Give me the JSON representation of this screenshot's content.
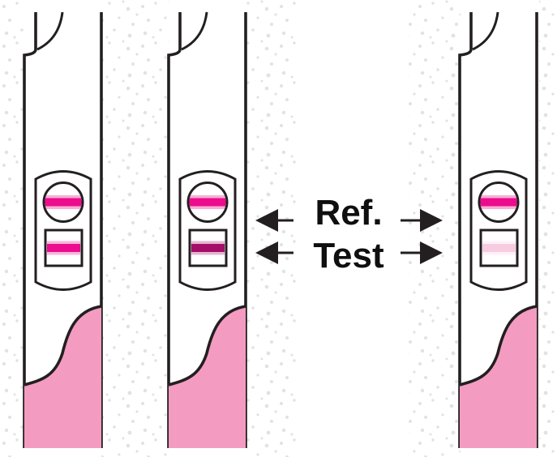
{
  "labels": {
    "ref": "Ref.",
    "test": "Test"
  },
  "colors": {
    "outline": "#231F20",
    "ref_line": "#EC0D8E",
    "ref_line_halo": "#F6AED6",
    "wick_pink": "#F49BC1",
    "speckle": "#E2E2E2"
  },
  "sticks": [
    {
      "id": "strip-1",
      "test_line_color": "#EC0D8E"
    },
    {
      "id": "strip-2",
      "test_line_color": "#A50E68"
    },
    {
      "id": "strip-3",
      "test_line_color": "#F7CCE0"
    }
  ]
}
